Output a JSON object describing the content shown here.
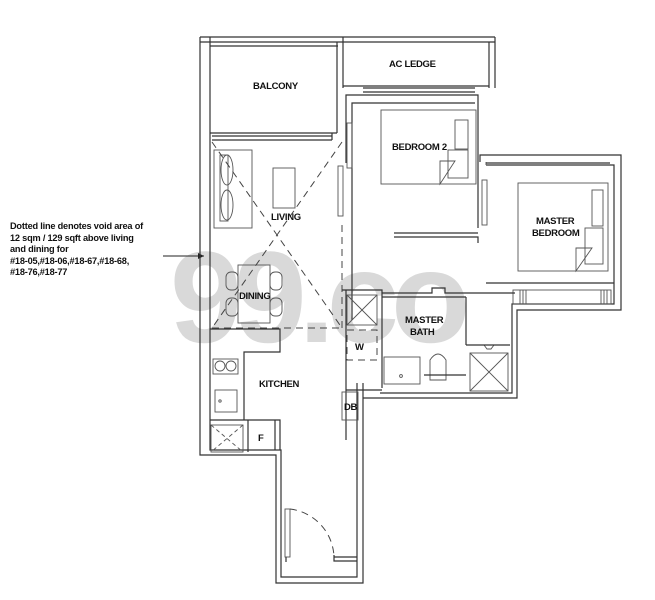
{
  "floorplan": {
    "rooms": {
      "balcony": "BALCONY",
      "ac_ledge": "AC LEDGE",
      "bedroom2": "BEDROOM 2",
      "living": "LIVING",
      "master_bedroom_line1": "MASTER",
      "master_bedroom_line2": "BEDROOM",
      "dining": "DINING",
      "master_bath_line1": "MASTER",
      "master_bath_line2": "BATH",
      "washer": "W",
      "kitchen": "KITCHEN",
      "distribution_board": "DB",
      "fridge": "F"
    },
    "note": {
      "lines": [
        "Dotted line denotes void area of",
        "12 sqm / 129 sqft above living",
        "and dining for",
        "#18-05,#18-06,#18-67,#18-68,",
        "#18-76,#18-77"
      ]
    },
    "watermark": "99.co",
    "colors": {
      "line": "#333333",
      "watermark": "#aaaaaa",
      "background": "#ffffff"
    }
  }
}
